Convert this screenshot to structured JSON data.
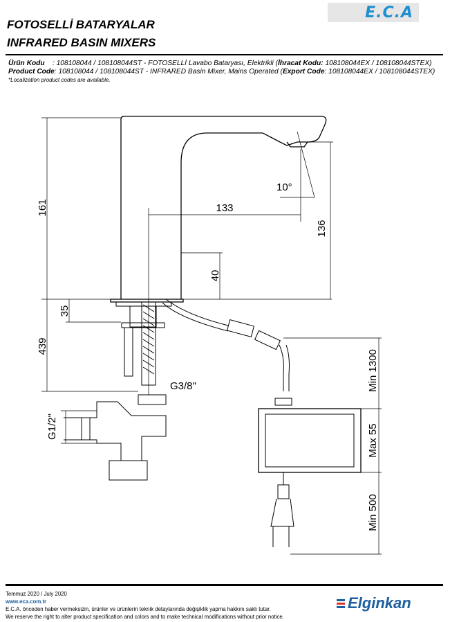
{
  "brand": {
    "logo_text": "E.C.A",
    "footer_logo": "Elginkan",
    "colors": {
      "eca_blue": "#1e8fd0",
      "elginkan_blue": "#1e5fa0",
      "elginkan_red": "#d9342b"
    }
  },
  "title": {
    "line1": "FOTOSELLİ BATARYALAR",
    "line2": "INFRARED BASIN MIXERS"
  },
  "codes": {
    "tr_label": "Ürün Kodu",
    "tr_text": "    : 108108044 / 108108044ST - FOTOSELLİ Lavabo Bataryası, Elektrikli (",
    "tr_export_label": "İhracat Kodu:",
    "tr_export": " 108108044EX / 108108044STEX)",
    "en_label": "Product Code",
    "en_text": ": 108108044 / 108108044ST - INFRARED Basin Mixer, Mains Operated (",
    "en_export_label": "Export Code",
    "en_export": ": 108108044EX / 108108044STEX)",
    "note": "*Localization product codes are available."
  },
  "dimensions": {
    "height_total": "161",
    "spout_reach": "133",
    "spout_height": "136",
    "angle": "10°",
    "base_40": "40",
    "base_35": "35",
    "below_439": "439",
    "thread_g38": "G3/8\"",
    "thread_g12": "G1/2\"",
    "min_1300": "Min 1300",
    "max_55": "Max 55",
    "min_500": "Min 500"
  },
  "footer": {
    "date": "Temmuz 2020 / July 2020",
    "url": "www.eca.com.tr",
    "disclaimer_tr": "E.C.A. önceden haber vermeksizin, ürünler ve ürünlerin teknik detaylarında değişiklik yapma hakkını saklı tutar.",
    "disclaimer_en": "We reserve the right to alter product specification and colors and to make technical modifications without prior notice."
  }
}
